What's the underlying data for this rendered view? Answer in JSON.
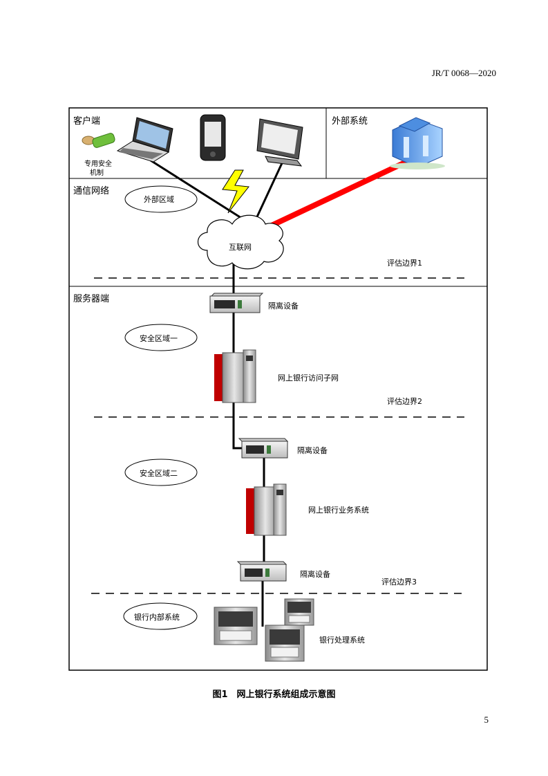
{
  "header": {
    "standard_code": "JR/T 0068—2020"
  },
  "sections": {
    "client": "客户端",
    "external_system": "外部系统",
    "comm_network": "通信网络",
    "server_side": "服务器端"
  },
  "zones": {
    "external_zone": "外部区域",
    "security_zone_1": "安全区域一",
    "security_zone_2": "安全区域二",
    "bank_internal": "银行内部系统"
  },
  "devices": {
    "security_mechanism_line1": "专用安全",
    "security_mechanism_line2": "机制",
    "internet": "互联网",
    "isolation_1": "隔离设备",
    "access_subnet": "网上银行访问子网",
    "isolation_2": "隔离设备",
    "business_system": "网上银行业务系统",
    "isolation_3": "隔离设备",
    "processing_system": "银行处理系统"
  },
  "boundaries": {
    "b1": "评估边界1",
    "b2": "评估边界2",
    "b3": "评估边界3"
  },
  "caption": "图1　网上银行系统组成示意图",
  "page_number": "5",
  "colors": {
    "external_link": "#ff0000",
    "lightning": "#ffff00",
    "server_red": "#c00000"
  }
}
